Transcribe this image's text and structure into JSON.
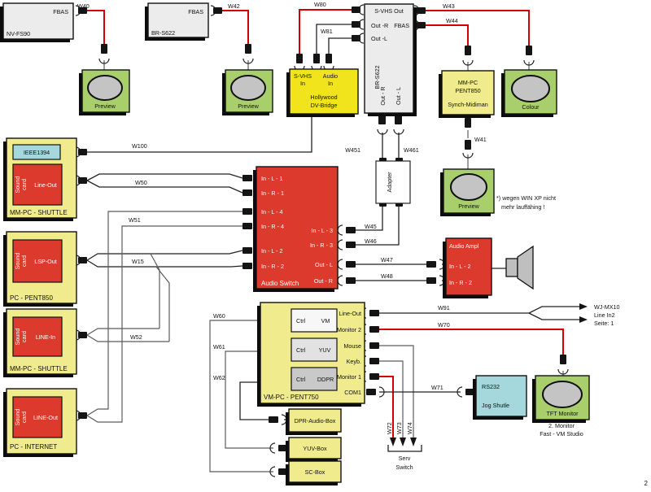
{
  "page": {
    "number": "2"
  },
  "note": {
    "line1": "*) wegen WIN XP nicht",
    "line2": "mehr lauffähing !"
  },
  "colors": {
    "yellow": "#f0ec8e",
    "vivid_yellow": "#f2e41c",
    "red": "#dd3a2e",
    "green": "#a9cf6d",
    "cyan": "#a5d8dc",
    "gray": "#ececec",
    "wire_red": "#d40000"
  },
  "wires": {
    "w40": "W40",
    "w42": "W42",
    "w43": "W43",
    "w44": "W44",
    "w41": "W41",
    "w80": "W80",
    "w81": "W81",
    "w100": "W100",
    "w50": "W50",
    "w51": "W51",
    "w15": "W15",
    "w52": "W52",
    "w451": "W451",
    "w461": "W461",
    "w45": "W45",
    "w46": "W46",
    "w47": "W47",
    "w48": "W48",
    "w60": "W60",
    "w61": "W61",
    "w62": "W62",
    "w91": "W91",
    "w70": "W70",
    "w71": "W71",
    "w72": "W72",
    "w73": "W73",
    "w74": "W74"
  },
  "devices": {
    "nv_fs90": {
      "label": "NV-FS90",
      "port_fbas": "FBAS"
    },
    "br_s622_vcr": {
      "label": "BR-S622",
      "port_fbas": "FBAS"
    },
    "preview1": {
      "label": "Preview"
    },
    "preview2": {
      "label": "Preview"
    },
    "preview3": {
      "label": "Preview"
    },
    "colour": {
      "label": "Colour"
    },
    "dv_bridge": {
      "line1": "Hollywood",
      "line2": "DV-Bridge",
      "port_svhs1": "S-VHS",
      "port_svhs2": "In",
      "port_audio1": "Audio",
      "port_audio2": "In"
    },
    "br_s622_main": {
      "label": "BR-S622",
      "port_svhs_out": "S-VHS Out",
      "port_out_r": "Out -R",
      "port_fbas": "FBAS",
      "port_out_l": "Out -L",
      "port_bottom_r": "Out - R",
      "port_bottom_l": "Out - L"
    },
    "adapter": {
      "label": "Adapter"
    },
    "mm_pc_pent850": {
      "line1": "MM-PC",
      "line2": "PENT850",
      "line3": "Synch-Midiman"
    },
    "audio_switch": {
      "label": "Audio Switch",
      "in_l1": "In - L - 1",
      "in_r1": "In - R - 1",
      "in_l4": "In - L - 4",
      "in_r4": "In - R - 4",
      "in_l2": "In - L - 2",
      "in_r2": "In - R - 2",
      "in_l3": "In - L - 3",
      "in_r3": "In - R - 3",
      "out_l": "Out - L",
      "out_r": "Out - R"
    },
    "audio_ampl": {
      "label": "Audio Ampl",
      "in_l2": "In - L - 2",
      "in_r2": "In - R - 2"
    },
    "mm_pc_shuttle1": {
      "label": "MM-PC - SHUTTLE",
      "ieee": "IEEE1394",
      "sound1": "Sound",
      "sound2": "card",
      "port": "Line-Out"
    },
    "pc_pent850": {
      "label": "PC - PENT850",
      "sound1": "Sound",
      "sound2": "card",
      "port": "LSP-Out"
    },
    "mm_pc_shuttle2": {
      "label": "MM-PC - SHUTTLE",
      "sound1": "Sound",
      "sound2": "card",
      "port": "LINE-In"
    },
    "pc_internet": {
      "label": "PC - INTERNET",
      "sound1": "Sound",
      "sound2": "card",
      "port": "LINE-Out"
    },
    "vm_pc": {
      "label": "VM-PC - PENT750",
      "ctrl1a": "Ctrl",
      "ctrl1b": "VM",
      "ctrl2a": "Ctrl",
      "ctrl2b": "YUV",
      "ctrl3a": "Ctrl",
      "ctrl3b": "DDPR",
      "line_out": "Line-Out",
      "monitor2": "Monitor 2",
      "mouse": "Mouse",
      "keyb": "Keyb.",
      "monitor1": "Monitor 1",
      "com1": "COM1"
    },
    "dpr_box": {
      "label": "DPR-Audio-Box"
    },
    "yuv_box": {
      "label": "YUV-Box"
    },
    "sc_box": {
      "label": "SC-Box"
    },
    "rs232": {
      "line1": "RS232",
      "line2": "Jog Shutle"
    },
    "tft": {
      "label": "TFT Monitor",
      "caption1": "2. Monitor",
      "caption2": "Fast - VM Studio"
    },
    "serv_switch": {
      "line1": "Serv",
      "line2": "Switch"
    },
    "mixer_dest": {
      "line1": "WJ-MX10",
      "line2": "Line In2",
      "line3": "Seite: 1"
    }
  }
}
